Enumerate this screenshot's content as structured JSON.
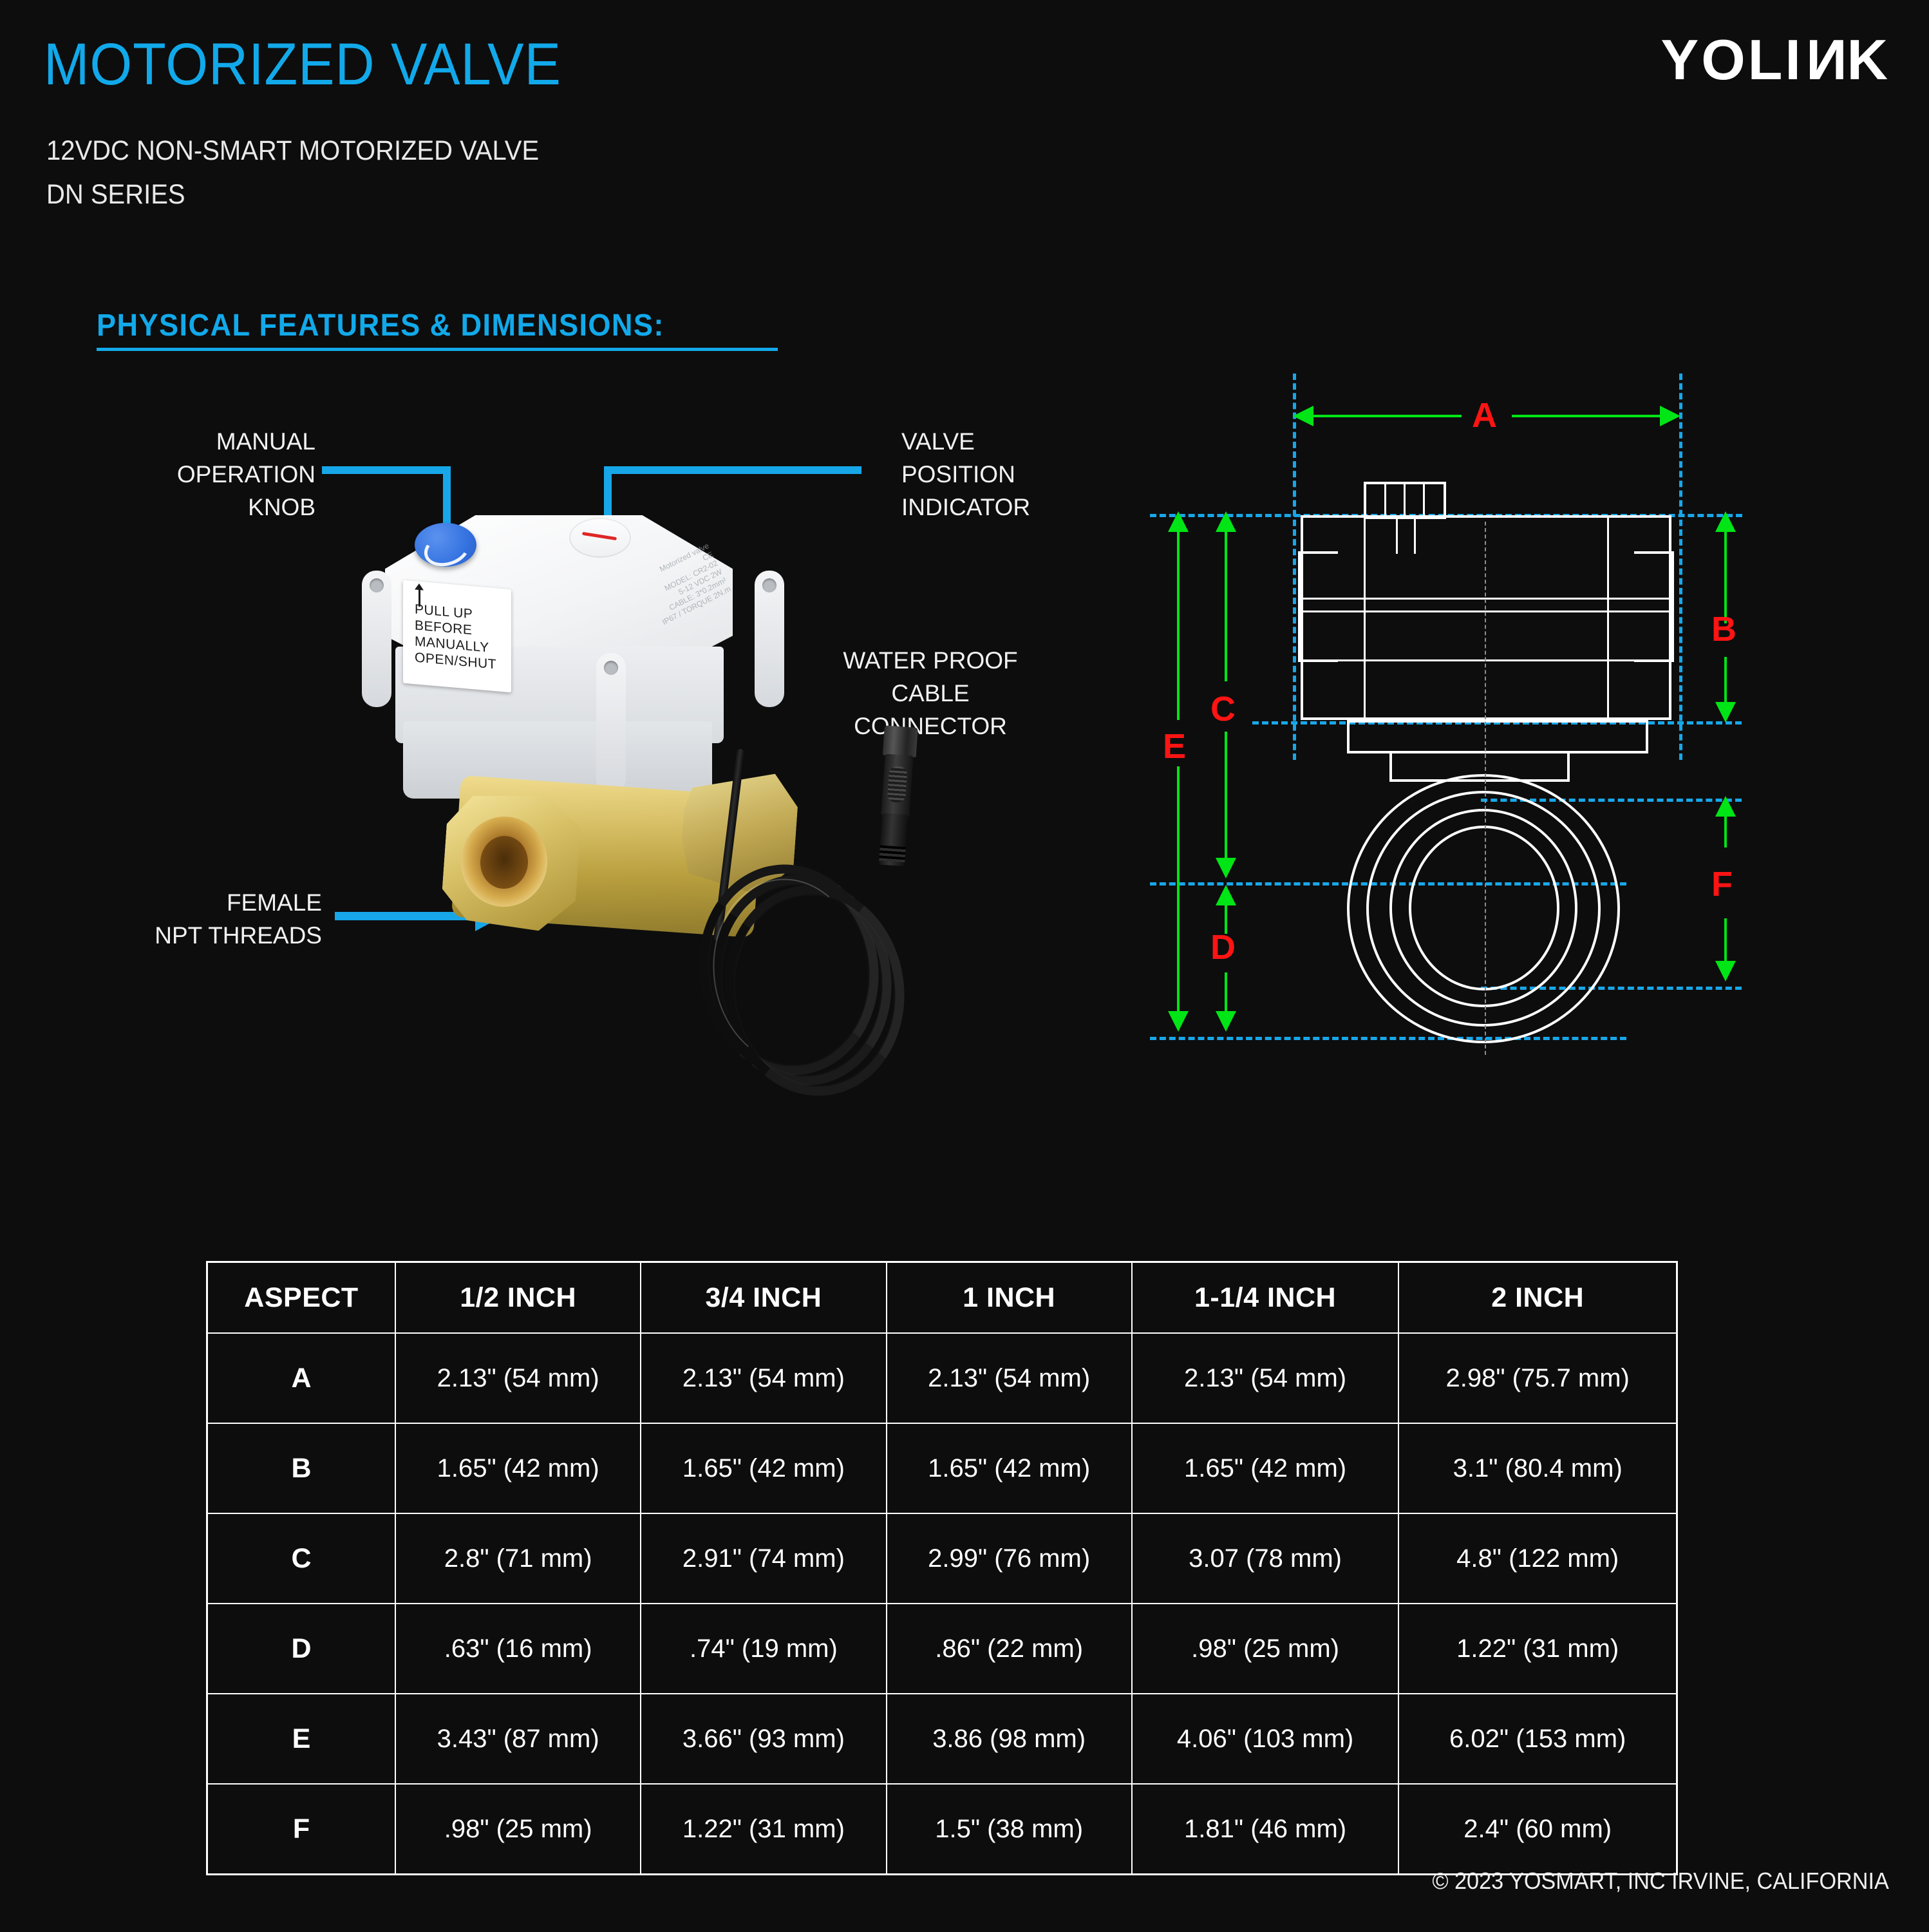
{
  "header": {
    "title": "MOTORIZED VALVE",
    "subtitle_line1": "12VDC NON-SMART MOTORIZED VALVE",
    "subtitle_line2": "DN SERIES",
    "logo_part1": "YOLI",
    "logo_reversed_n": "N",
    "logo_part2": "K",
    "title_color": "#12a9ea"
  },
  "section": {
    "heading": "PHYSICAL FEATURES & DIMENSIONS:"
  },
  "callouts": {
    "manual_knob": "MANUAL\nOPERATION\nKNOB",
    "valve_position_indicator": "VALVE\nPOSITION\nINDICATOR",
    "waterproof_cable_connector": "WATER PROOF\nCABLE\nCONNECTOR",
    "female_npt_threads": "FEMALE\nNPT THREADS",
    "leader_color": "#17a6e8"
  },
  "product_photo": {
    "sticker_text": "PULL UP\nBEFORE\nMANUALLY\nOPEN/SHUT",
    "spec_print": "Motorized valve\nCE\nMODEL: CR2-02\n5-12 VDC 2W\nCABLE: 3*0.2mm²\nIP67 / TORQUE 2N.m",
    "knob_color": "#3472e0",
    "indicator_color": "#e02626",
    "brass_color": "#d8c068"
  },
  "technical_drawing": {
    "dimension_labels": [
      "A",
      "B",
      "C",
      "D",
      "E",
      "F"
    ],
    "dimension_arrow_color": "#00e515",
    "extension_line_color": "#18a7e9",
    "outline_color": "#ffffff"
  },
  "table": {
    "headers": [
      "ASPECT",
      "1/2 INCH",
      "3/4 INCH",
      "1 INCH",
      "1-1/4 INCH",
      "2 INCH"
    ],
    "rows": [
      {
        "aspect": "A",
        "values": [
          "2.13\" (54 mm)",
          "2.13\" (54 mm)",
          "2.13\" (54 mm)",
          "2.13\" (54 mm)",
          "2.98\" (75.7 mm)"
        ]
      },
      {
        "aspect": "B",
        "values": [
          "1.65\" (42 mm)",
          "1.65\" (42 mm)",
          "1.65\" (42 mm)",
          "1.65\" (42 mm)",
          "3.1\" (80.4 mm)"
        ]
      },
      {
        "aspect": "C",
        "values": [
          "2.8\" (71 mm)",
          "2.91\" (74 mm)",
          "2.99\" (76 mm)",
          "3.07 (78 mm)",
          "4.8\" (122 mm)"
        ]
      },
      {
        "aspect": "D",
        "values": [
          ".63\" (16 mm)",
          ".74\" (19 mm)",
          ".86\" (22 mm)",
          ".98\" (25 mm)",
          "1.22\" (31 mm)"
        ]
      },
      {
        "aspect": "E",
        "values": [
          "3.43\" (87 mm)",
          "3.66\" (93 mm)",
          "3.86 (98 mm)",
          "4.06\" (103 mm)",
          "6.02\" (153 mm)"
        ]
      },
      {
        "aspect": "F",
        "values": [
          ".98\" (25 mm)",
          "1.22\" (31 mm)",
          "1.5\" (38 mm)",
          "1.81\" (46 mm)",
          "2.4\" (60 mm)"
        ]
      }
    ]
  },
  "footer": {
    "copyright": "© 2023 YOSMART, INC  IRVINE, CALIFORNIA"
  }
}
